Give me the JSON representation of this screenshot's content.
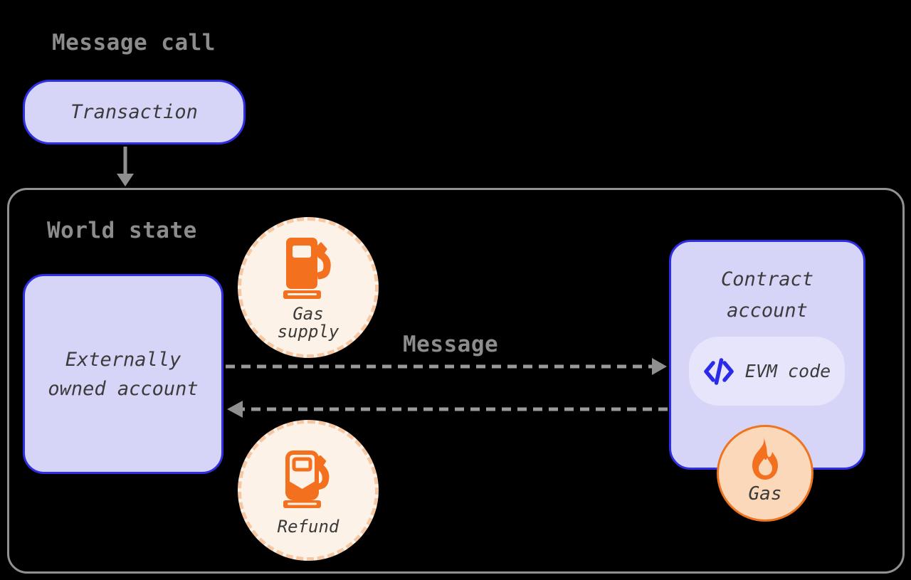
{
  "title": "Message call",
  "world_state": {
    "label": "World state"
  },
  "transaction": {
    "label": "Transaction"
  },
  "eoa": {
    "line1": "Externally",
    "line2": "owned account"
  },
  "gas_supply": {
    "line1": "Gas",
    "line2": "supply"
  },
  "message_flow": {
    "label": "Message"
  },
  "contract": {
    "line1": "Contract",
    "line2": "account"
  },
  "evm_code": {
    "label": "EVM code"
  },
  "gas": {
    "label": "Gas"
  },
  "refund": {
    "label": "Refund"
  },
  "icons": {
    "gas_supply": "gas-pump-icon",
    "refund": "gas-pump-refund-icon",
    "gas": "flame-icon",
    "evm_code": "code-icon",
    "transaction_flow": "arrow-down-icon",
    "message_flow": "dashed-arrow-right-icon",
    "return_flow": "dashed-arrow-left-icon"
  },
  "colors": {
    "background": "#000000",
    "node_fill": "#d6d5f8",
    "node_border": "#2e2ee2",
    "pill_fill": "#e6e5fb",
    "label_gray": "#8c8c8c",
    "outline_gray": "#919191",
    "arrow_gray": "#9a9a9a",
    "text_dark": "#3b3b3b",
    "accent_orange": "#f3701f",
    "cream_fill": "#fdf2e8",
    "peach_dash": "#f6c7a3",
    "gas_fill": "#fbd8ba",
    "gas_border": "#ee7420",
    "code_blue": "#2a2ae8"
  }
}
